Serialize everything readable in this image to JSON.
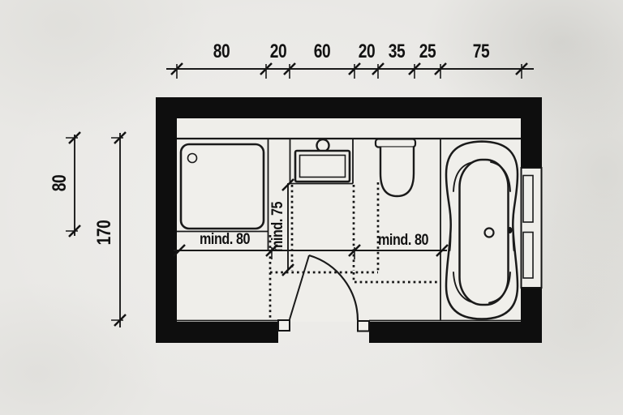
{
  "title": "bathroom-floor-plan",
  "colors": {
    "paper": "#e9e8e5",
    "ink": "#161616",
    "wall": "#0e0e0e"
  },
  "top_dimensions": [
    "80",
    "20",
    "60",
    "20",
    "35",
    "25",
    "75"
  ],
  "side_dimensions": {
    "shower_depth": "80",
    "room_depth": "170"
  },
  "clearance_labels": {
    "shower": "mind. 80",
    "washbasin": "mind. 75",
    "toilet": "mind. 80"
  },
  "fixtures": {
    "shower": "shower-tray",
    "washbasin": "washbasin",
    "toilet": "toilet",
    "bathtub": "bathtub",
    "door": "door-swing",
    "niche": "wall-radiator"
  }
}
